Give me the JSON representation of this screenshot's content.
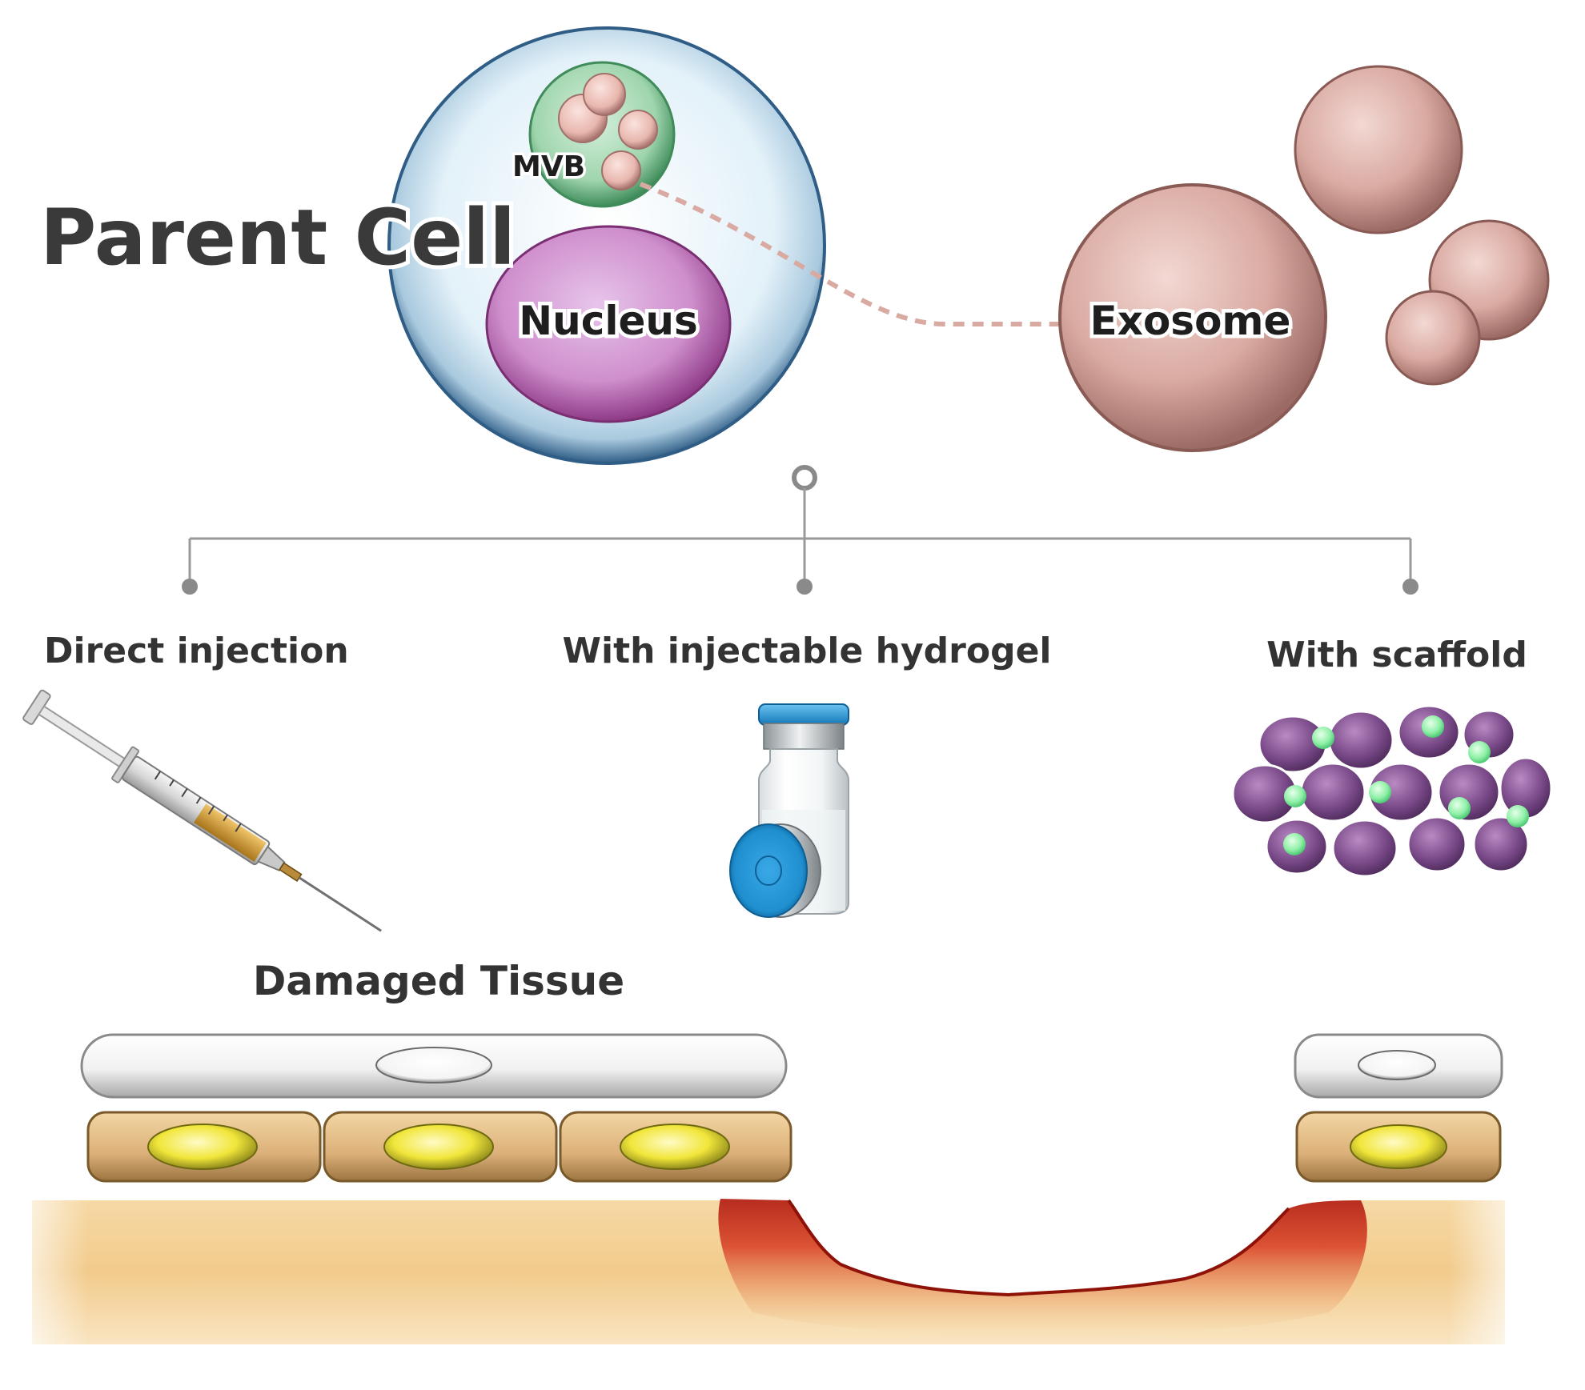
{
  "parent_cell": {
    "title": "Parent Cell",
    "nucleus_label": "Nucleus",
    "mvb_label": "MVB"
  },
  "exosome": {
    "label": "Exosome"
  },
  "methods": [
    {
      "label": "Direct injection",
      "icon": "syringe-icon"
    },
    {
      "label": "With injectable hydrogel",
      "icon": "vial-icon"
    },
    {
      "label": "With scaffold",
      "icon": "scaffold-icon"
    }
  ],
  "tissue": {
    "label": "Damaged Tissue"
  },
  "colors": {
    "cell_membrane": "#2f5d86",
    "cell_body": "#e8f4fb",
    "nucleus": "#b35ba8",
    "mvb": "#6fbf8c",
    "exosome": "#c89a92",
    "scaffold_bead": "#6e3f7a",
    "scaffold_dot": "#8ef0a6",
    "tissue_base": "#f1c98a",
    "wound": "#c0281e",
    "vial_cap": "#1f8fd0",
    "connector": "#9a9a9a"
  }
}
